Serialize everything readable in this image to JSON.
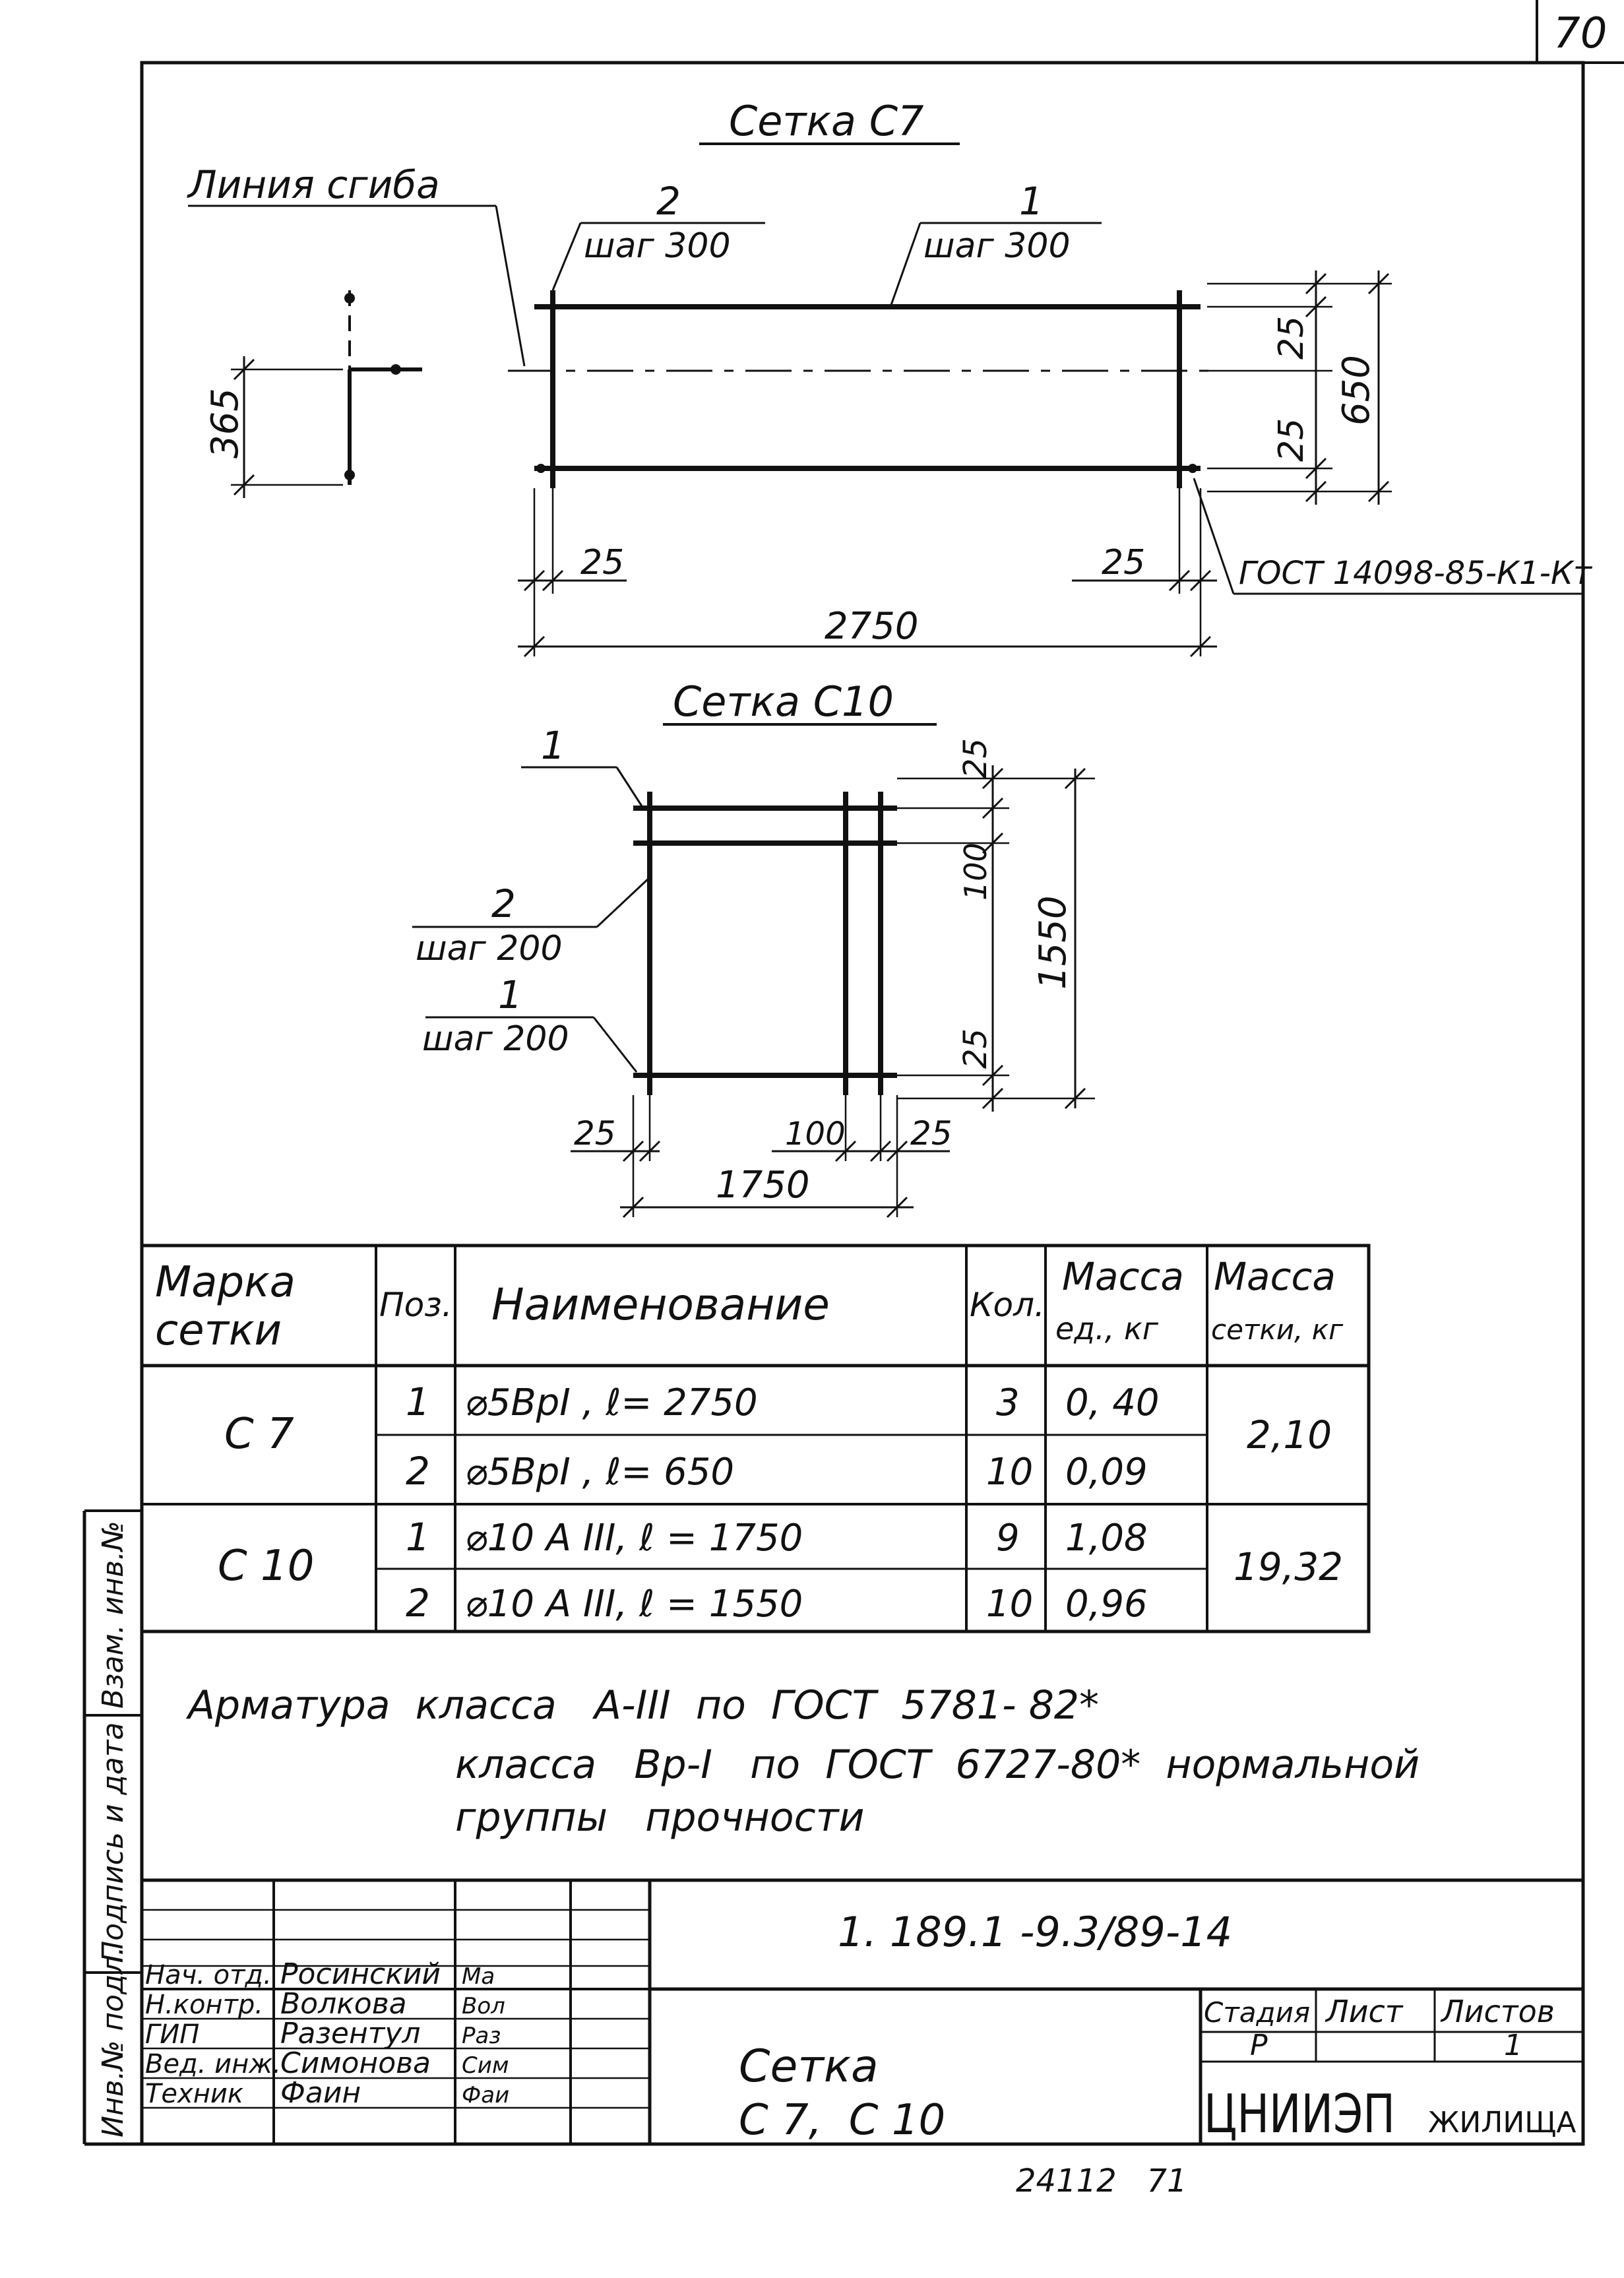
{
  "sheet_corner_number": "70",
  "mesh_c7": {
    "title": "Сетка С7",
    "bend_line_label": "Линия сгиба",
    "callout_pos2": {
      "pos": "2",
      "step": "шаг 300"
    },
    "callout_pos1": {
      "pos": "1",
      "step": "шаг 300"
    },
    "dims": {
      "bend_leg": "365",
      "top_edge": "25",
      "bottom_edge": "25",
      "height": "650",
      "left_end": "25",
      "right_end": "25",
      "length": "2750"
    },
    "gost_ref": "ГОСТ 14098-85-К1-Кт"
  },
  "mesh_c10": {
    "title": "Сетка С10",
    "callout_top": {
      "pos": "1"
    },
    "callout_pos2": {
      "pos": "2",
      "step": "шаг 200"
    },
    "callout_pos1": {
      "pos": "1",
      "step": "шаг 200"
    },
    "dims": {
      "top_edge": "25",
      "top_spacing": "100",
      "height": "1550",
      "bottom_edge": "25",
      "left_end": "25",
      "inner_spacing": "100",
      "right_end": "25",
      "width": "1750"
    }
  },
  "spec_table": {
    "headers": {
      "mark": [
        "Марка",
        "сетки"
      ],
      "pos": "Поз.",
      "name": "Наименование",
      "qty": "Кол.",
      "unit_mass": [
        "Масса",
        "ед., кг"
      ],
      "mesh_mass": [
        "Масса",
        "сетки, кг"
      ]
    },
    "groups": [
      {
        "mark": "С 7",
        "mesh_mass": "2,10",
        "rows": [
          {
            "pos": "1",
            "name": "⌀5ВрI , ℓ= 2750",
            "qty": "3",
            "unit_mass": "0, 40"
          },
          {
            "pos": "2",
            "name": "⌀5ВрI , ℓ= 650",
            "qty": "10",
            "unit_mass": "0,09"
          }
        ]
      },
      {
        "mark": "С 10",
        "mesh_mass": "19,32",
        "rows": [
          {
            "pos": "1",
            "name": "⌀10 А III,  ℓ = 1750",
            "qty": "9",
            "unit_mass": "1,08"
          },
          {
            "pos": "2",
            "name": "⌀10 А III,  ℓ = 1550",
            "qty": "10",
            "unit_mass": "0,96"
          }
        ]
      }
    ]
  },
  "notes": {
    "line1": "Арматура  класса   А-III  по  ГОСТ  5781- 82*",
    "line2": "класса   Вр-I   по  ГОСТ  6727-80*  нормальной",
    "line3": "группы   прочности"
  },
  "side_stamp": {
    "inv_no_orig": "Инв.№ подл.",
    "sign_date": "Подпись и дата",
    "replace_inv": "Взам. инв.№"
  },
  "title_block": {
    "doc_code": "1. 189.1 -9.3/89-14",
    "staff": [
      {
        "role": "Нач. отд.",
        "name": "Росинский",
        "sign": "Ма"
      },
      {
        "role": "Н.контр.",
        "name": "Волкова",
        "sign": "Вол"
      },
      {
        "role": "ГИП",
        "name": "Разентул",
        "sign": "Раз"
      },
      {
        "role": "Вед. инж.",
        "name": "Симонова",
        "sign": "Сим"
      },
      {
        "role": "Техник",
        "name": "Фаин",
        "sign": "Фаи"
      }
    ],
    "drawing_title_line1": "Сетка",
    "drawing_title_line2": "С 7,  С 10",
    "stage_label": "Стадия",
    "sheet_label": "Лист",
    "sheets_label": "Листов",
    "stage_value": "Р",
    "sheet_value": "",
    "sheets_value": "1",
    "org_main": "ЦНИИЭП",
    "org_sub": "ЖИЛИЩА"
  },
  "bottom_number": "24112   71"
}
